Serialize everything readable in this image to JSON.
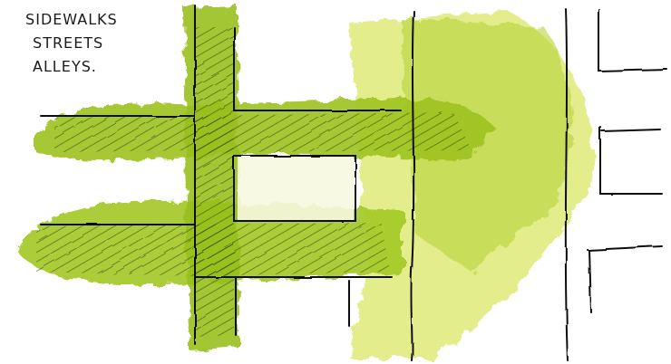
{
  "diagram": {
    "labels": [
      "SIDEWALKS",
      "STREETS",
      "ALLEYS."
    ]
  }
}
